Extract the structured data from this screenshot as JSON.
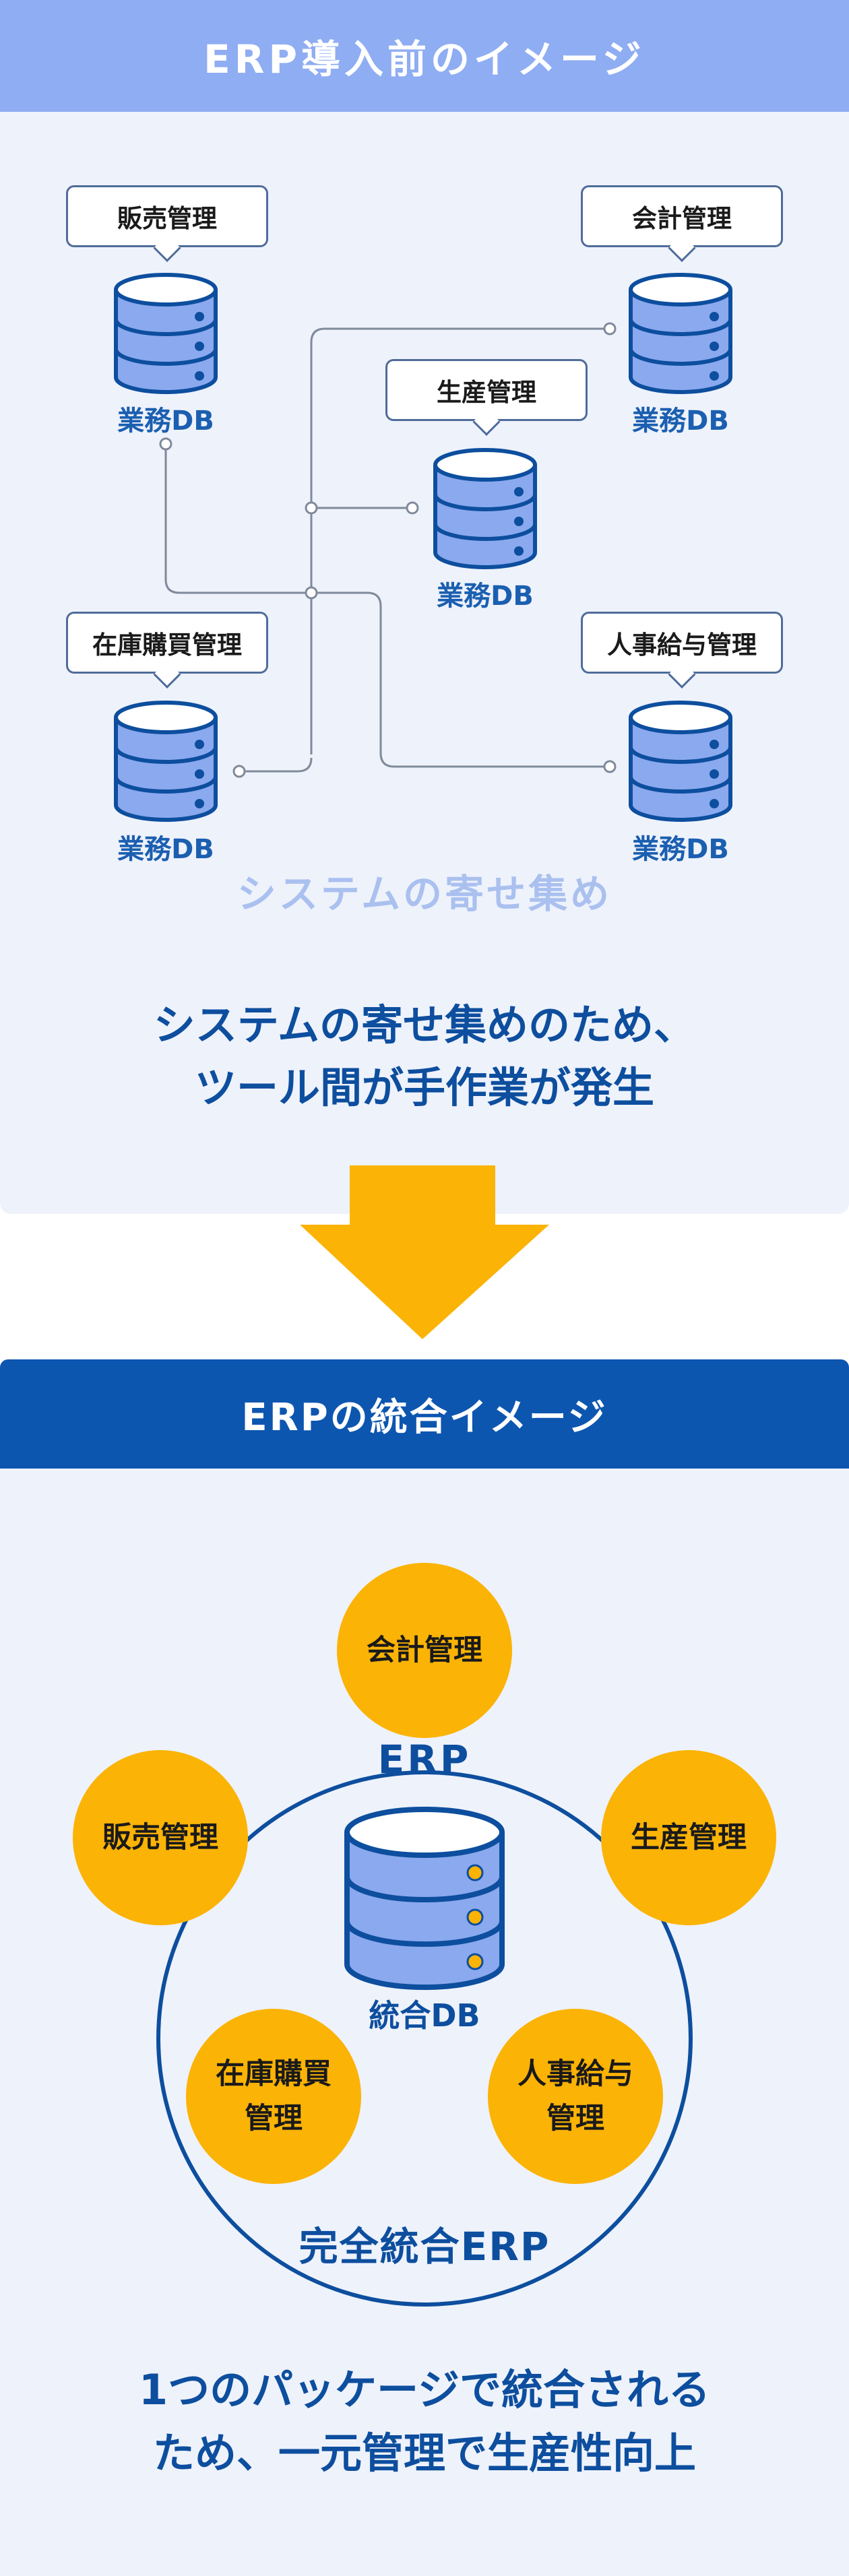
{
  "before": {
    "header": "ERP導入前のイメージ",
    "systems": [
      {
        "label": "販売管理",
        "db_label": "業務DB"
      },
      {
        "label": "会計管理",
        "db_label": "業務DB"
      },
      {
        "label": "生産管理",
        "db_label": "業務DB"
      },
      {
        "label": "在庫購買管理",
        "db_label": "業務DB"
      },
      {
        "label": "人事給与管理",
        "db_label": "業務DB"
      }
    ],
    "diagram_caption": "システムの寄せ集め",
    "summary_line1": "システムの寄せ集めのため、",
    "summary_line2": "ツール間が手作業が発生"
  },
  "after": {
    "header": "ERPの統合イメージ",
    "center_title": "ERP",
    "center_db_label": "統合DB",
    "modules": [
      {
        "line1": "会計管理",
        "line2": ""
      },
      {
        "line1": "販売管理",
        "line2": ""
      },
      {
        "line1": "生産管理",
        "line2": ""
      },
      {
        "line1": "在庫購買",
        "line2": "管理"
      },
      {
        "line1": "人事給与",
        "line2": "管理"
      }
    ],
    "subtitle": "完全統合ERP",
    "summary_line1": "1つのパッケージで統合される",
    "summary_line2": "ため、一元管理で生産性向上"
  },
  "colors": {
    "panel_bg": "#eef2fb",
    "header_before": "#8fadf2",
    "header_after": "#0d56b0",
    "db_fill": "#8aa9ee",
    "db_stroke": "#0d4e9e",
    "arrow": "#fbb305",
    "module_circle": "#fbb305",
    "text_blue": "#0d4e9e",
    "caption_light": "#aac0ef"
  }
}
